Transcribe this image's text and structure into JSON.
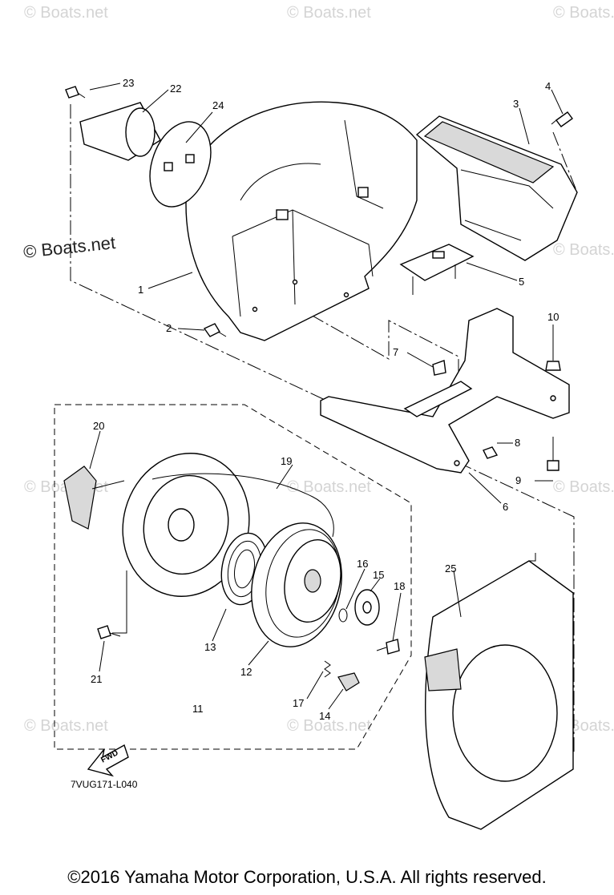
{
  "watermarks": {
    "main": "© Boats.net",
    "faint": "© Boats.net"
  },
  "callouts": {
    "p1": "1",
    "p2": "2",
    "p3": "3",
    "p4": "4",
    "p5": "5",
    "p6": "6",
    "p7": "7",
    "p8": "8",
    "p9": "9",
    "p10": "10",
    "p11": "11",
    "p12": "12",
    "p13": "13",
    "p14": "14",
    "p15": "15",
    "p16": "16",
    "p17": "17",
    "p18": "18",
    "p19": "19",
    "p20": "20",
    "p21": "21",
    "p22": "22",
    "p23": "23",
    "p24": "24",
    "p25": "25"
  },
  "fwd_label": "FWD",
  "diagram_code": "7VUG171-L040",
  "copyright": "©2016 Yamaha Motor Corporation, U.S.A. All rights reserved."
}
